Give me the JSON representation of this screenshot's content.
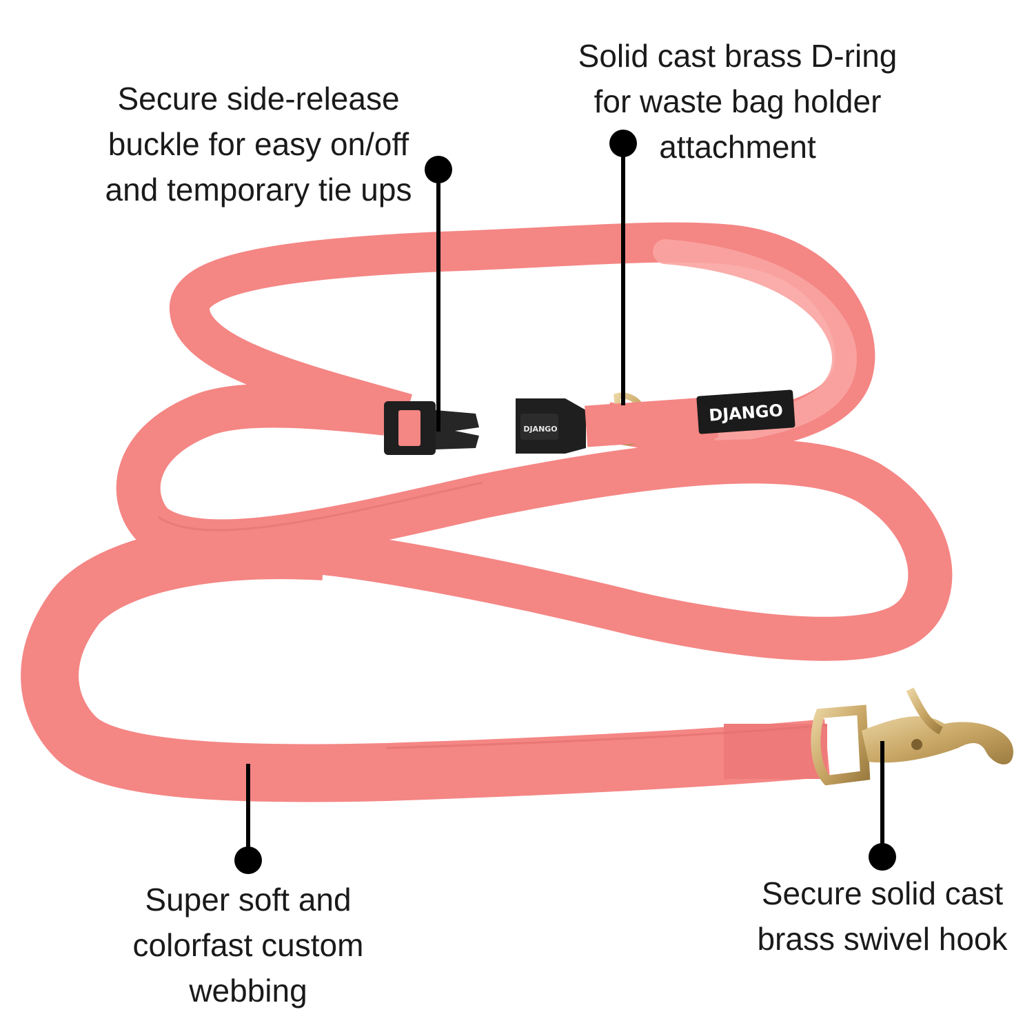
{
  "callouts": {
    "buckle": {
      "lines": [
        "Secure side-release",
        "buckle for easy on/off",
        "and temporary tie ups"
      ],
      "icon": "dot-pointer-icon"
    },
    "dring": {
      "lines": [
        "Solid cast brass D-ring",
        "for waste bag holder",
        "attachment"
      ],
      "icon": "dot-pointer-icon"
    },
    "webbing": {
      "lines": [
        "Super soft and",
        "colorfast custom",
        "webbing"
      ],
      "icon": "dot-pointer-icon"
    },
    "hook": {
      "lines": [
        "Secure solid cast",
        "brass swivel hook"
      ],
      "icon": "dot-pointer-icon"
    }
  },
  "product": {
    "brand_tag": "DJANGO",
    "buckle_brand": "DJANGO",
    "colors": {
      "webbing": "#f48684",
      "webbing_shadow": "#e06e6c",
      "webbing_light": "#f9a4a1",
      "brass": "#c9a766",
      "buckle": "#1f1f1f",
      "tag": "#1b1b1b"
    }
  }
}
